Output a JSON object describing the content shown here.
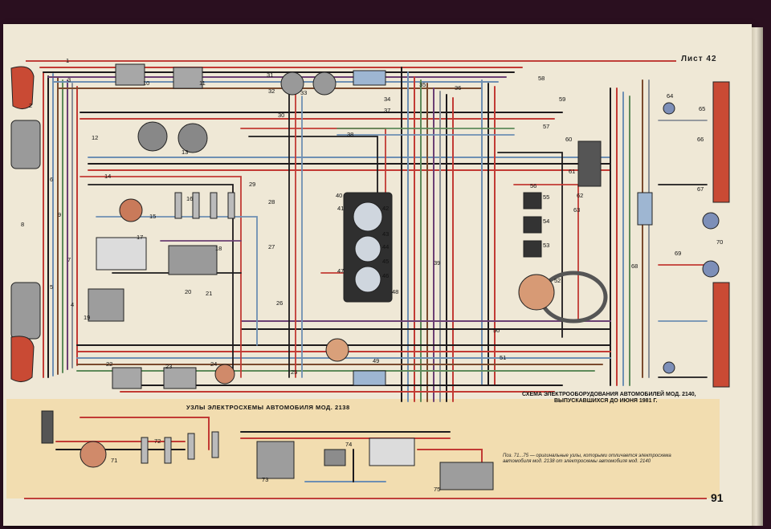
{
  "sheet": {
    "label": "Лист 42"
  },
  "page_number": "91",
  "caption": {
    "line1": "СХЕМА ЭЛЕКТРООБОРУДОВАНИЯ АВТОМОБИЛЕЙ МОД. 2140,",
    "line2": "ВЫПУСКАВШИХСЯ ДО ИЮНЯ 1981 г."
  },
  "bottom_panel": {
    "title": "УЗЛЫ ЭЛЕКТРОСХЕМЫ АВТОМОБИЛЯ МОД. 2138",
    "note": "Поз. 71...75 — оригинальные узлы, которыми отличается электросхема автомобиля мод. 2138 от электросхемы автомобиля мод. 2140"
  },
  "colors": {
    "page": "#efe8d6",
    "wire_red": "#c23a34",
    "wire_black": "#1d1a1c",
    "wire_blue": "#6e8fb3",
    "wire_brown": "#7a4a2e",
    "wire_green": "#5e8a5a",
    "wire_violet": "#6b3f73",
    "wire_grey": "#8a8f96",
    "lamp_red": "#c94a34",
    "component_grey": "#8c8c8c"
  },
  "component_labels": [
    "1",
    "2",
    "3",
    "4",
    "5",
    "6",
    "7",
    "8",
    "9",
    "10",
    "11",
    "12",
    "13",
    "14",
    "15",
    "16",
    "17",
    "18",
    "19",
    "20",
    "21",
    "22",
    "23",
    "24",
    "25",
    "26",
    "27",
    "28",
    "29",
    "30",
    "31",
    "32",
    "33",
    "34",
    "35",
    "36",
    "37",
    "38",
    "39",
    "40",
    "41",
    "42",
    "43",
    "44",
    "45",
    "46",
    "47",
    "48",
    "49",
    "50",
    "51",
    "52",
    "53",
    "54",
    "55",
    "56",
    "57",
    "58",
    "59",
    "60",
    "61",
    "62",
    "63",
    "64",
    "65",
    "66",
    "67",
    "68",
    "69",
    "70",
    "71",
    "72",
    "73",
    "74",
    "75"
  ]
}
